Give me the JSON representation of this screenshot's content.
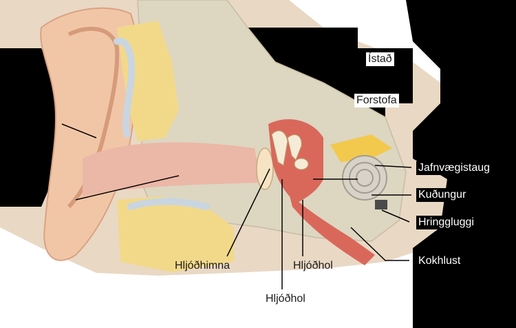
{
  "labels": {
    "istad": "Ístað",
    "forstofa": "Forstofa",
    "jafnvaegistaug": "Jafnvægistaug",
    "kudungur": "Kuðungur",
    "hringgluggi": "Hringgluggi",
    "kokhlust": "Kokhlust",
    "hljodhimna": "Hljóðhimna",
    "hljodhol_middle": "Hljóðhol",
    "hljodhol_bottom": "Hljóðhol"
  }
}
